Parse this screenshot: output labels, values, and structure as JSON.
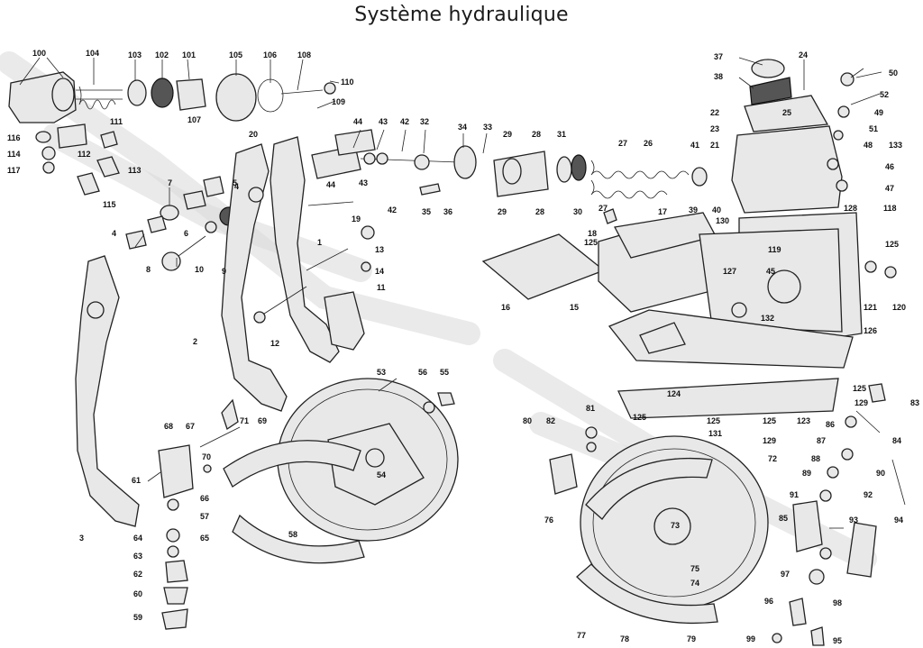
{
  "title": "Système hydraulique",
  "callouts": {
    "c100": "100",
    "c104": "104",
    "c103": "103",
    "c102": "102",
    "c101": "101",
    "c105": "105",
    "c106": "106",
    "c108": "108",
    "c110": "110",
    "c109": "109",
    "c107": "107",
    "c111": "111",
    "c116": "116",
    "c114": "114",
    "c117": "117",
    "c112": "112",
    "c113": "113",
    "c115": "115",
    "c7": "7",
    "c5": "5",
    "c4a": "4",
    "c4b": "4",
    "c6": "6",
    "c8": "8",
    "c10": "10",
    "c9": "9",
    "c20": "20",
    "c44a": "44",
    "c44b": "44",
    "c43a": "43",
    "c43b": "43",
    "c42a": "42",
    "c42b": "42",
    "c32": "32",
    "c34": "34",
    "c33": "33",
    "c35": "35",
    "c36": "36",
    "c19": "19",
    "c1": "1",
    "c13": "13",
    "c14": "14",
    "c11": "11",
    "c12": "12",
    "c2": "2",
    "c3": "3",
    "c29a": "29",
    "c29b": "29",
    "c28a": "28",
    "c28b": "28",
    "c31": "31",
    "c30": "30",
    "c27a": "27",
    "c27b": "27",
    "c26": "26",
    "c39": "39",
    "c40": "40",
    "c41": "41",
    "c37": "37",
    "c38": "38",
    "c24": "24",
    "c22": "22",
    "c25": "25",
    "c23": "23",
    "c21": "21",
    "c50": "50",
    "c52": "52",
    "c49": "49",
    "c51": "51",
    "c48": "48",
    "c133": "133",
    "c46": "46",
    "c47": "47",
    "c17": "17",
    "c18": "18",
    "c130": "130",
    "c125a": "125",
    "c16": "16",
    "c15": "15",
    "c128": "128",
    "c118": "118",
    "c119": "119",
    "c45": "45",
    "c125b": "125",
    "c121": "121",
    "c120": "120",
    "c127": "127",
    "c132": "132",
    "c126": "126",
    "c53": "53",
    "c56": "56",
    "c55": "55",
    "c68": "68",
    "c67": "67",
    "c71": "71",
    "c69": "69",
    "c70": "70",
    "c61": "61",
    "c66": "66",
    "c54": "54",
    "c57": "57",
    "c58": "58",
    "c64": "64",
    "c65": "65",
    "c63": "63",
    "c62": "62",
    "c60": "60",
    "c59": "59",
    "c124": "124",
    "c125c": "125",
    "c125d": "125",
    "c125e": "125",
    "c125f": "125",
    "c129a": "129",
    "c129b": "129",
    "c123": "123",
    "c131": "131",
    "c83": "83",
    "c86": "86",
    "c87": "87",
    "c84": "84",
    "c88": "88",
    "c89": "89",
    "c90": "90",
    "c80": "80",
    "c82": "82",
    "c81": "81",
    "c72": "72",
    "c91": "91",
    "c92": "92",
    "c85": "85",
    "c93": "93",
    "c94": "94",
    "c76": "76",
    "c73": "73",
    "c75": "75",
    "c74": "74",
    "c97": "97",
    "c98": "98",
    "c96": "96",
    "c77": "77",
    "c78": "78",
    "c79": "79",
    "c99": "99",
    "c95": "95"
  }
}
